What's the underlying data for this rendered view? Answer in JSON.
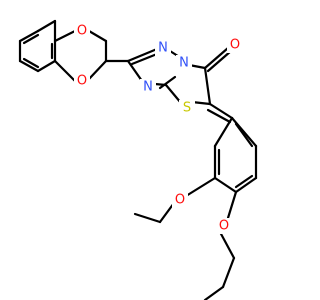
{
  "molecule": {
    "colors": {
      "bond": "#000000",
      "O": "#ff0d0d",
      "N": "#3050f8",
      "S": "#c8c800"
    },
    "atom_labels": {
      "o_dioxin_top": "O",
      "o_dioxin_bottom": "O",
      "o_carbonyl": "O",
      "o_ethoxy": "O",
      "o_propoxy": "O",
      "n_triazole_top": "N",
      "n_triazole_bridge": "N",
      "n_triazole_left": "N",
      "s_thiazole": "S"
    }
  }
}
